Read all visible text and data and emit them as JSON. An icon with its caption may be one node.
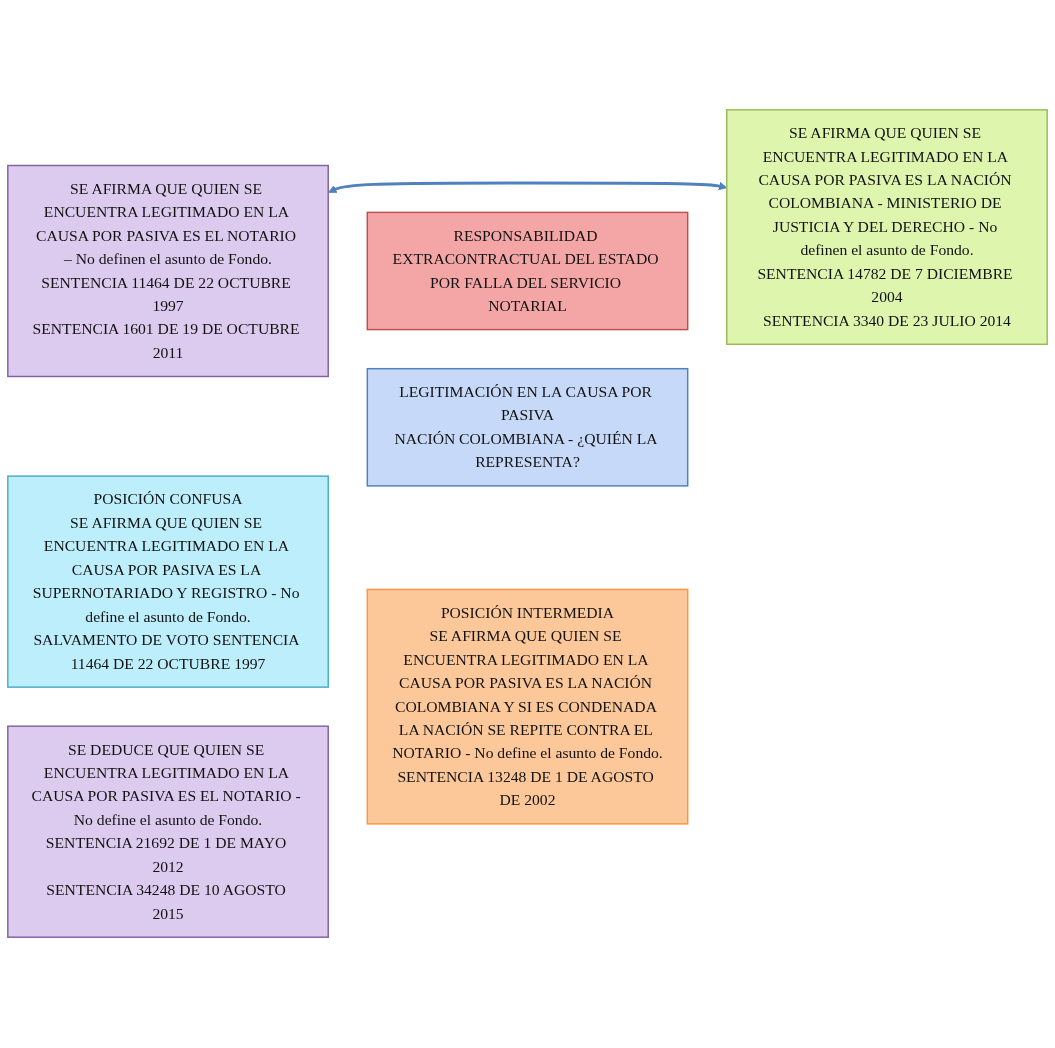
{
  "diagram": {
    "nodes": [
      {
        "text": [
          "RESPONSABILIDAD EXTRACONTRACTUAL DEL ESTADO POR FALLA DEL SERVICIO NOTARIAL"
        ]
      },
      {
        "text": [
          "LEGITIMACIÓN EN LA CAUSA POR PASIVA",
          "NACIÓN COLOMBIANA - ¿QUIÉN LA REPRESENTA?"
        ]
      },
      {
        "text": [
          "SE AFIRMA QUE QUIEN SE ENCUENTRA LEGITIMADO EN LA CAUSA POR PASIVA ES EL NOTARIO – No definen el asunto de Fondo.",
          "SENTENCIA 11464 DE 22 OCTUBRE 1997",
          "SENTENCIA 1601 DE 19 DE OCTUBRE 2011"
        ]
      },
      {
        "text": [
          "SE AFIRMA QUE QUIEN SE ENCUENTRA LEGITIMADO EN LA CAUSA POR PASIVA ES LA NACIÓN COLOMBIANA - MINISTERIO DE JUSTICIA Y DEL DERECHO - No definen el asunto de Fondo.",
          "SENTENCIA 14782 DE 7 DICIEMBRE 2004",
          "SENTENCIA 3340 DE 23 JULIO 2014"
        ]
      },
      {
        "text": [
          "POSICIÓN CONFUSA",
          "SE AFIRMA QUE QUIEN SE ENCUENTRA LEGITIMADO EN LA CAUSA POR PASIVA ES LA SUPERNOTARIADO Y REGISTRO - No define el asunto de Fondo.",
          "SALVAMENTO DE VOTO SENTENCIA 11464 DE 22 OCTUBRE 1997"
        ]
      },
      {
        "text": [
          "POSICIÓN INTERMEDIA",
          "SE AFIRMA QUE QUIEN SE ENCUENTRA LEGITIMADO EN LA CAUSA POR PASIVA ES LA NACIÓN COLOMBIANA Y SI ES CONDENADA LA NACIÓN SE REPITE CONTRA EL NOTARIO - No define el asunto de Fondo.",
          "SENTENCIA 13248 DE 1 DE AGOSTO DE 2002"
        ]
      },
      {
        "text": [
          "SE DEDUCE QUE QUIEN SE ENCUENTRA LEGITIMADO EN LA CAUSA POR PASIVA ES EL NOTARIO - No define el asunto de Fondo.",
          "SENTENCIA 21692 DE 1 DE MAYO 2012",
          "SENTENCIA 34248 DE 10 AGOSTO 2015"
        ]
      }
    ],
    "edges": [
      {
        "from": 2,
        "to": 3,
        "arrow": "both"
      }
    ]
  }
}
